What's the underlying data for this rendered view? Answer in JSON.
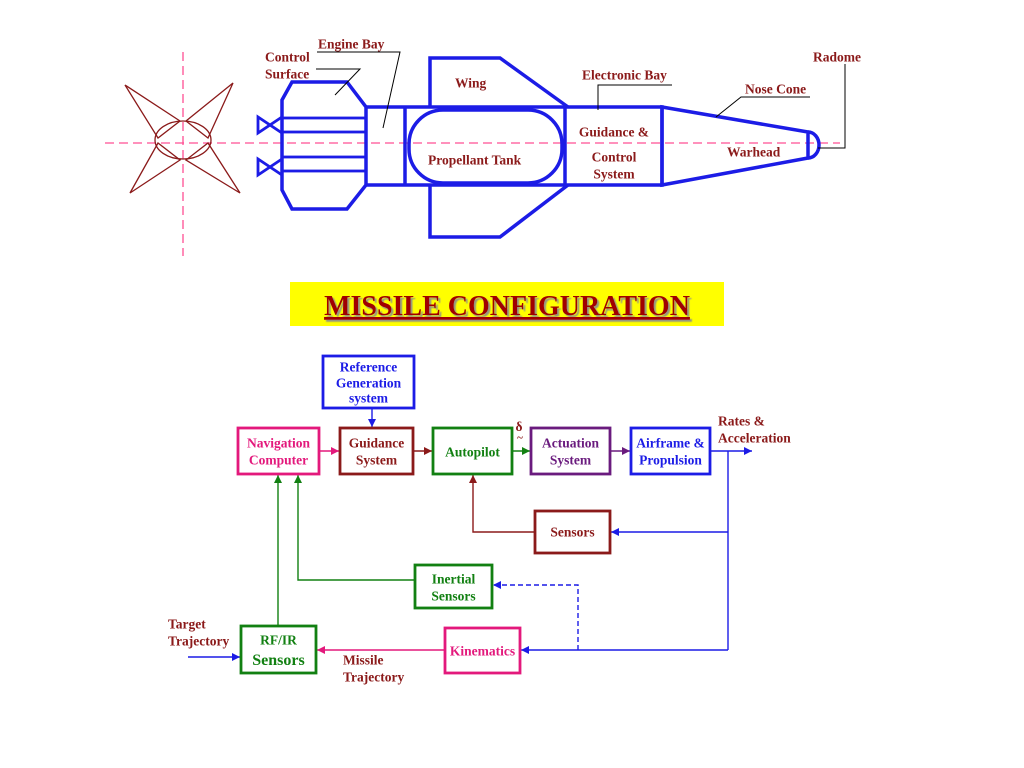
{
  "missile": {
    "engine_bay_label": "Engine Bay",
    "control_surface_label": [
      "Control",
      "Surface"
    ],
    "wing_label": "Wing",
    "electronic_bay_label": "Electronic Bay",
    "radome_label": "Radome",
    "nose_cone_label": "Nose Cone",
    "warhead_label": "Warhead",
    "propellant_tank_label": "Propellant Tank",
    "guidance_control_label": [
      "Guidance &",
      "Control",
      "System"
    ]
  },
  "title": "MISSILE CONFIGURATION",
  "block_diagram": {
    "reference_generation": [
      "Reference",
      "Generation",
      "system"
    ],
    "navigation_computer": [
      "Navigation",
      "Computer"
    ],
    "guidance_system": [
      "Guidance",
      "System"
    ],
    "autopilot": "Autopilot",
    "actuation_system": [
      "Actuation",
      "System"
    ],
    "airframe_propulsion": [
      "Airframe &",
      "Propulsion"
    ],
    "sensors": "Sensors",
    "inertial_sensors": [
      "Inertial",
      "Sensors"
    ],
    "kinematics": "Kinematics",
    "rf_ir_sensors": [
      "RF/IR",
      "Sensors"
    ],
    "delta_symbol": [
      "δ",
      "~"
    ],
    "rates_acceleration": [
      "Rates &",
      "Acceleration"
    ],
    "target_trajectory": [
      "Target",
      "Trajectory"
    ],
    "missile_trajectory": [
      "Missile",
      "Trajectory"
    ]
  },
  "colors": {
    "label_text": "#8b1a1a",
    "leader_line": "#000000",
    "centerline": "#ff4f93",
    "tail_view": "#8b1a1a",
    "missile_outline": "#1c1ce6",
    "title_background": "#ffff00",
    "title_text": "#a00000",
    "blue": "#1c1ce6",
    "pink": "#e3197c",
    "maroon": "#8b1a1a",
    "green": "#128012",
    "purple": "#6a1b7e"
  }
}
